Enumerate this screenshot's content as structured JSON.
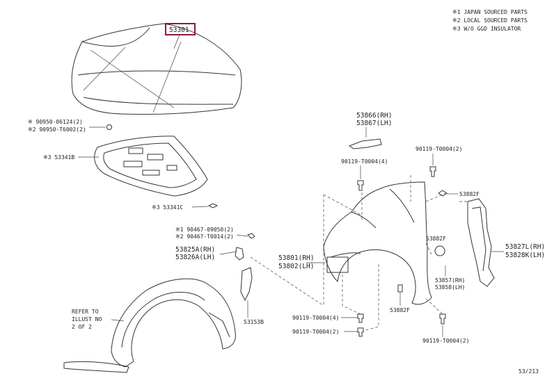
{
  "notes": [
    "※1 JAPAN SOURCED PARTS",
    "※2 LOCAL SOURCED PARTS",
    "※3 W/O GGD INSULATOR"
  ],
  "colors": {
    "highlight": "#8b1a3a",
    "ink": "#333333"
  },
  "parts": {
    "hood": "53301",
    "bolt_a1": "※ 90950-06124(2)",
    "bolt_a2": "※2 90950-T6002(2)",
    "insulator": "※3 53341B",
    "insulator_clip": "※3 53341C",
    "fender_protector_rh": "53866(RH)",
    "fender_protector_lh": "53867(LH)",
    "bolt_top": "90119-T0004(4)",
    "bolt_right_top": "90119-T0004(2)",
    "seal_f_top": "53882F",
    "seal_f_mid": "53882F",
    "seal_f_low": "53882F",
    "clip_1": "※1 90467-09050(2)",
    "clip_2": "※2 90467-T0014(2)",
    "bracket_rh": "53825A(RH)",
    "bracket_lh": "53826A(LH)",
    "fender_rh": "53801(RH)",
    "fender_lh": "53802(LH)",
    "liner_rh": "53827L(RH)",
    "liner_lh": "53828K(LH)",
    "seal_rh": "53857(RH)",
    "seal_lh": "53858(LH)",
    "mudguard": "53153B",
    "bolt_lower_a": "90119-T0004(4)",
    "bolt_lower_b": "90119-T0004(2)",
    "bolt_right_low": "90119-T0004(2)",
    "refer_1": "REFER TO",
    "refer_2": "ILLUST NO",
    "refer_3": "2 OF 2",
    "page_ref": "53/213"
  }
}
